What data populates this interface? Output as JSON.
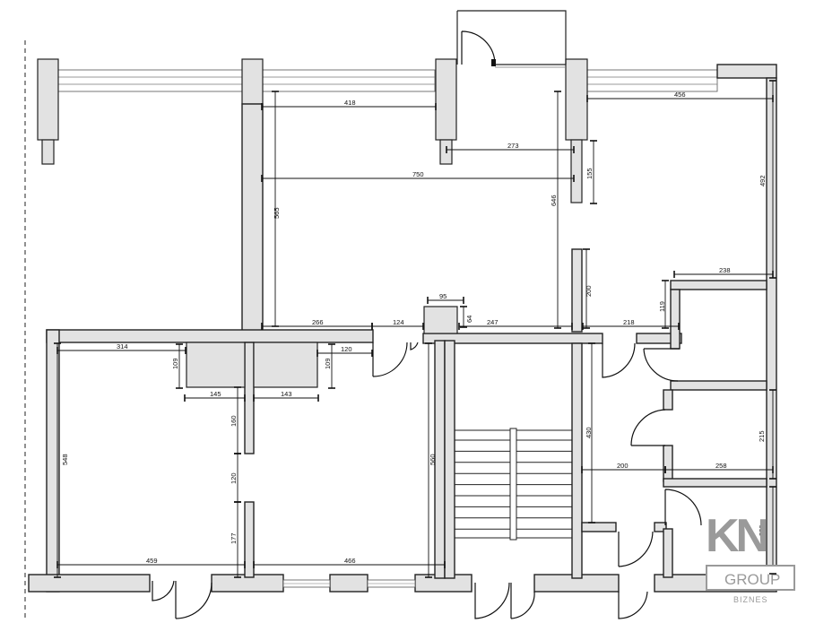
{
  "dimensions": [
    {
      "text": "418"
    },
    {
      "text": "456"
    },
    {
      "text": "273"
    },
    {
      "text": "750"
    },
    {
      "text": "155"
    },
    {
      "text": "646"
    },
    {
      "text": "492"
    },
    {
      "text": "565"
    },
    {
      "text": "238"
    },
    {
      "text": "200"
    },
    {
      "text": "119"
    },
    {
      "text": "95"
    },
    {
      "text": "64"
    },
    {
      "text": "266"
    },
    {
      "text": "124"
    },
    {
      "text": "247"
    },
    {
      "text": "218"
    },
    {
      "text": "314"
    },
    {
      "text": "109"
    },
    {
      "text": "120"
    },
    {
      "text": "109"
    },
    {
      "text": "145"
    },
    {
      "text": "143"
    },
    {
      "text": "160"
    },
    {
      "text": "548"
    },
    {
      "text": "560"
    },
    {
      "text": "430"
    },
    {
      "text": "215"
    },
    {
      "text": "200"
    },
    {
      "text": "258"
    },
    {
      "text": "120"
    },
    {
      "text": "177"
    },
    {
      "text": "220"
    },
    {
      "text": "459"
    },
    {
      "text": "466"
    }
  ],
  "logo": {
    "mark": "KN",
    "group": "GROUP",
    "sub": "BIZNES"
  }
}
